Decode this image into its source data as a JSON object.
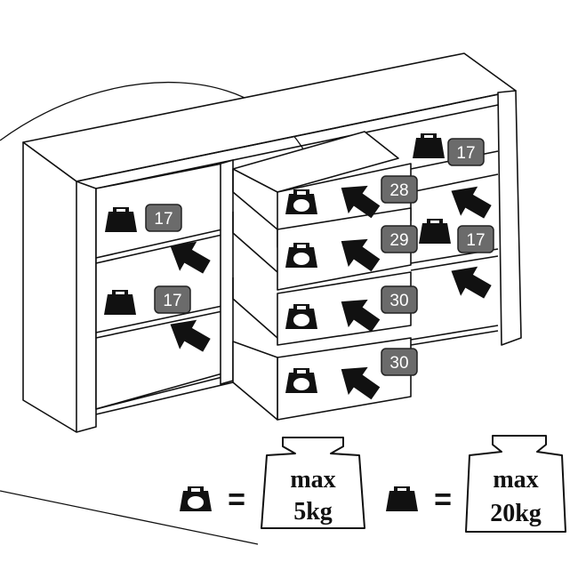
{
  "colors": {
    "line": "#111111",
    "badge_fill": "#6b6b6b",
    "badge_stroke": "#222222",
    "weight_fill": "#111111",
    "background": "#ffffff"
  },
  "icons": {
    "small_weight": "hollow-weight-icon",
    "large_weight": "solid-weight-icon",
    "arrow": "push-arrow-icon"
  },
  "badges": {
    "shelf_top_right": "17",
    "shelf_mid_right": "17",
    "shelf_top_left": "17",
    "shelf_bottom_left": "17",
    "drawer_1": "28",
    "drawer_2": "29",
    "drawer_3": "30",
    "drawer_4": "30"
  },
  "legend": {
    "small": {
      "equals": "=",
      "line1": "max",
      "line2": "5kg"
    },
    "large": {
      "equals": "=",
      "line1": "max",
      "line2": "20kg"
    }
  }
}
